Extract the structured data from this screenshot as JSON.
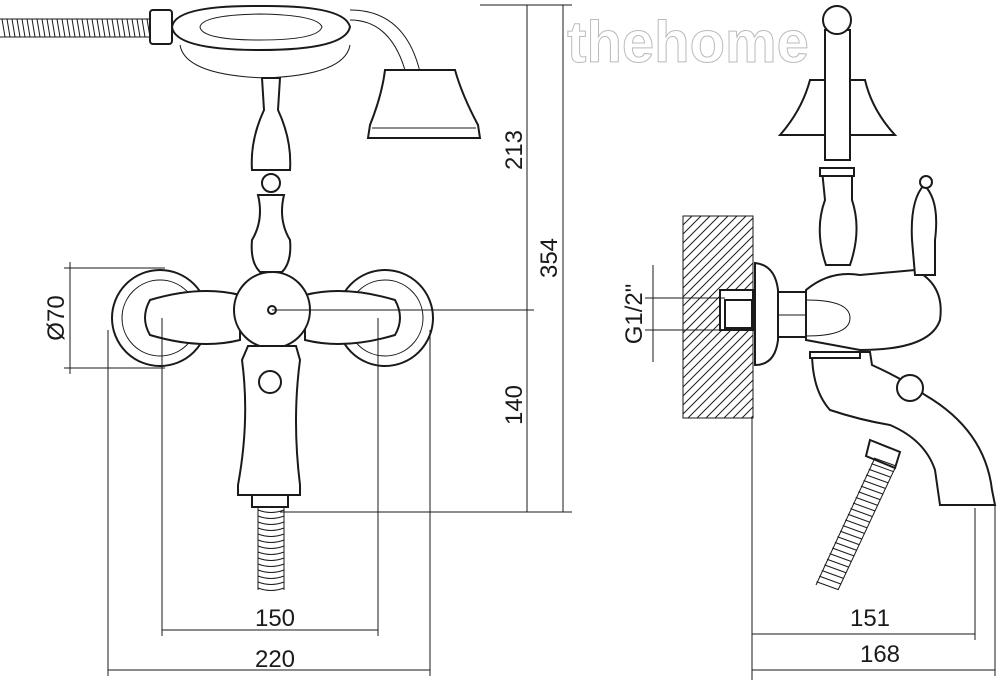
{
  "title": "Bath mixer with hand shower – dimension drawing",
  "front_view": {
    "dimensions": {
      "handset_height": "213",
      "total_height": "354",
      "outlet_height": "140",
      "rosette_diameter": "Ø70",
      "inlet_spacing": "150",
      "overall_width": "220"
    }
  },
  "side_view": {
    "dimensions": {
      "connection_thread": "G1/2\"",
      "spout_projection": "151",
      "overall_depth": "168"
    }
  },
  "watermark": "thehome",
  "colors": {
    "line": "#1a1a1a",
    "background": "#ffffff"
  }
}
